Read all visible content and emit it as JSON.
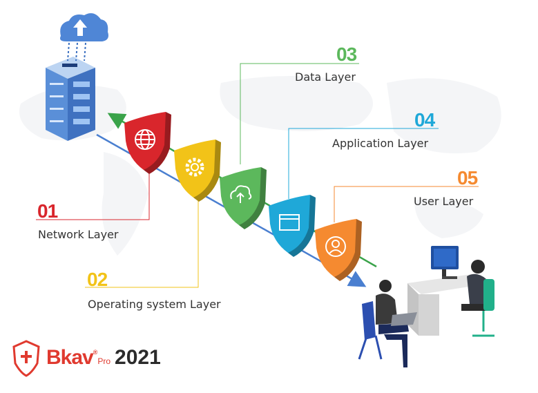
{
  "layers": [
    {
      "number": "01",
      "label": "Network Layer",
      "color": "#d9262c",
      "icon": "globe-icon"
    },
    {
      "number": "02",
      "label": "Operating system Layer",
      "color": "#f2c318",
      "icon": "gear-icon"
    },
    {
      "number": "03",
      "label": "Data Layer",
      "color": "#5cb85c",
      "icon": "cloud-upload-icon"
    },
    {
      "number": "04",
      "label": "Application Layer",
      "color": "#1fa8d8",
      "icon": "browser-window-icon"
    },
    {
      "number": "05",
      "label": "User Layer",
      "color": "#f58a30",
      "icon": "user-icon"
    }
  ],
  "brand": {
    "name": "Bkav",
    "reg": "®",
    "edition": "Pro",
    "year": "2021",
    "color": "#e03a2f"
  },
  "colors": {
    "server": "#5a8fd8",
    "arrow_blue": "#4a7fd0",
    "arrow_green": "#3aa34a",
    "desk": "#d8d8d8"
  }
}
